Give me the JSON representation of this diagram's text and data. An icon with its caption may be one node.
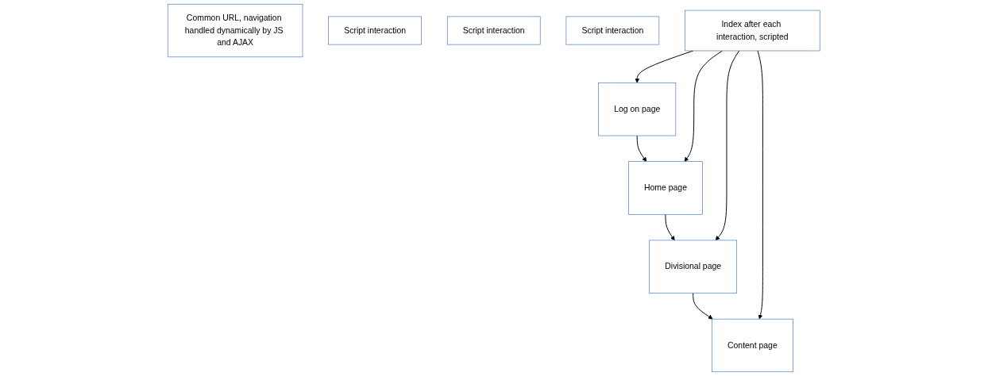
{
  "diagram": {
    "nodes": [
      {
        "text": [
          "Common URL, navigation handled dynamically by JS and AJAX"
        ]
      },
      {
        "text": [
          "Log on page"
        ]
      },
      {
        "text": [
          "Home page"
        ]
      },
      {
        "text": [
          "Divisional page"
        ]
      },
      {
        "text": [
          "Content page"
        ]
      },
      {
        "text": [
          "Script interaction"
        ]
      },
      {
        "text": [
          "Script interaction"
        ]
      },
      {
        "text": [
          "Script interaction"
        ]
      },
      {
        "text": [
          "Index after each interaction, scripted"
        ]
      }
    ],
    "edges": [
      {
        "from": 1,
        "to": 2,
        "arrow": "to"
      },
      {
        "from": 2,
        "to": 3,
        "arrow": "to"
      },
      {
        "from": 3,
        "to": 4,
        "arrow": "to"
      },
      {
        "from": 8,
        "to": 1,
        "arrow": "to"
      },
      {
        "from": 8,
        "to": 2,
        "arrow": "to"
      },
      {
        "from": 8,
        "to": 3,
        "arrow": "to"
      },
      {
        "from": 8,
        "to": 4,
        "arrow": "to"
      }
    ]
  }
}
